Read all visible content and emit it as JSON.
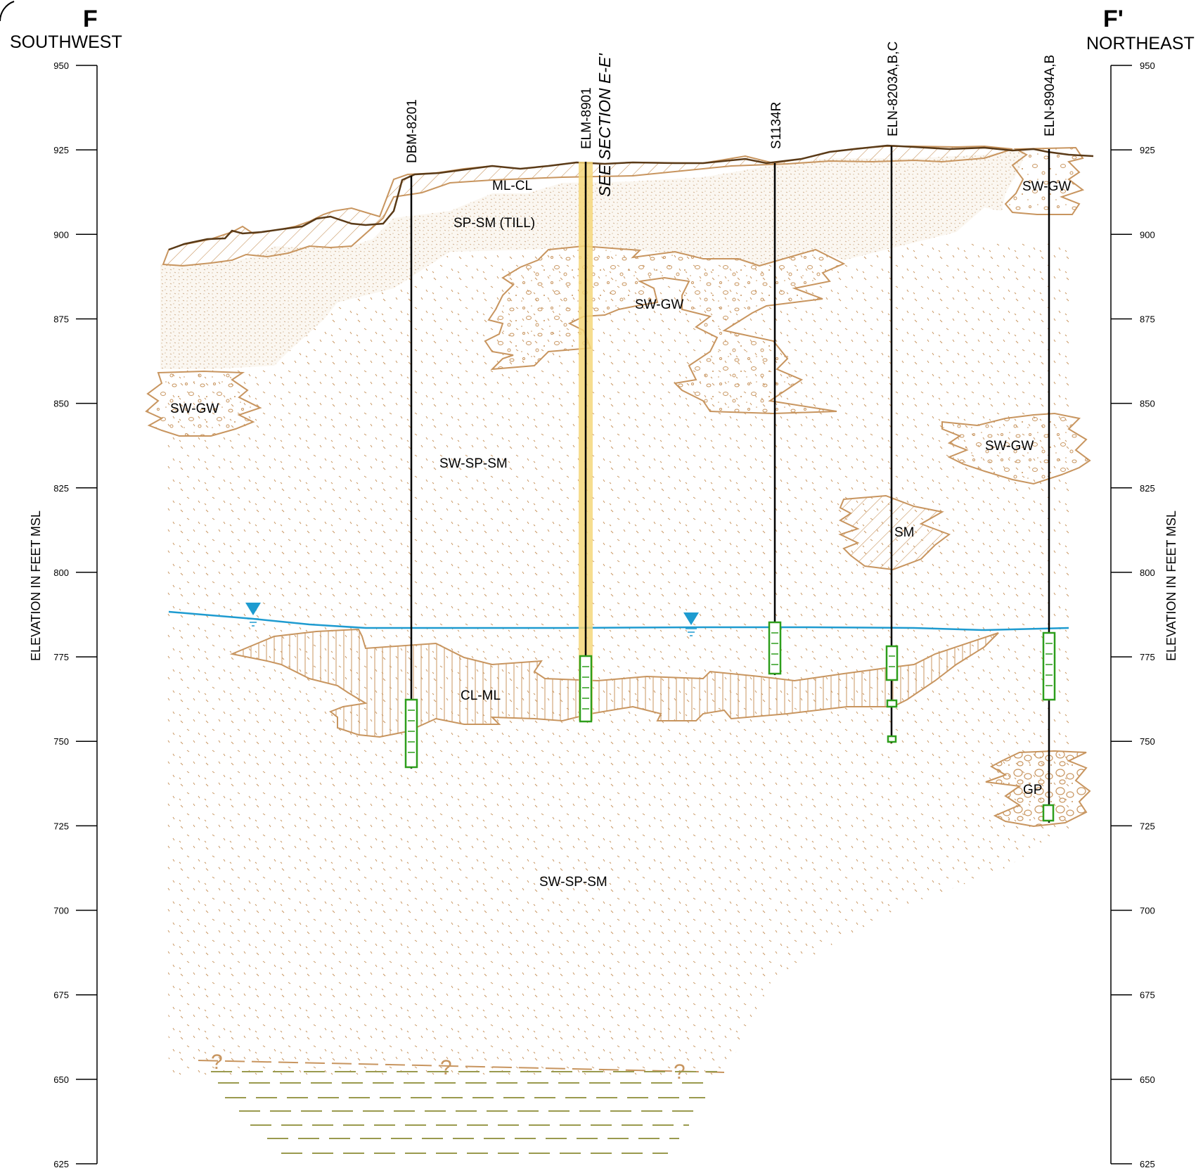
{
  "section": {
    "left_letter": "F",
    "left_direction": "SOUTHWEST",
    "right_letter": "F'",
    "right_direction": "NORTHEAST"
  },
  "axis": {
    "title": "ELEVATION IN FEET MSL",
    "ticks": [
      "950",
      "925",
      "900",
      "875",
      "850",
      "825",
      "800",
      "775",
      "750",
      "725",
      "700",
      "675",
      "650",
      "625"
    ]
  },
  "wells": [
    {
      "name": "DBM-8201"
    },
    {
      "name": "ELM-8901"
    },
    {
      "name": "S1134R"
    },
    {
      "name": "ELN-8203A,B,C"
    },
    {
      "name": "ELN-8904A,B"
    }
  ],
  "see_section": "SEE SECTION E-E'",
  "units": {
    "ml_cl": "ML-CL",
    "sp_sm_till": "SP-SM (TILL)",
    "sw_gw_upper": "SW-GW",
    "sw_gw_ne_top": "SW-GW",
    "sw_gw_left": "SW-GW",
    "sw_gw_right": "SW-GW",
    "sw_sp_sm_upper": "SW-SP-SM",
    "sm": "SM",
    "cl_ml": "CL-ML",
    "gp": "GP",
    "sw_sp_sm_lower": "SW-SP-SM"
  },
  "uncertain_marker": "?",
  "colors": {
    "ground_surface": "#5a3a17",
    "unit_boundary": "#c8955f",
    "water_table": "#1e9bd0",
    "screen": "#2e9e1c",
    "highlight_well": "#f5d77a",
    "bedrock_dash": "#9a9a4e"
  }
}
